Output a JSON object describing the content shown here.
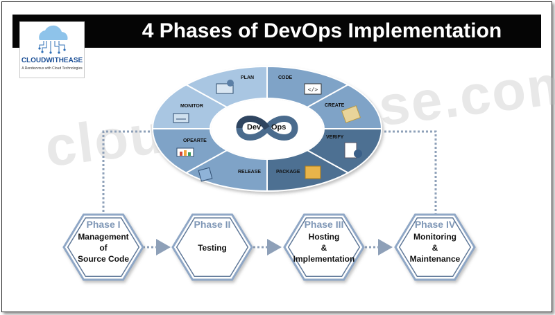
{
  "title": "4 Phases of DevOps Implementation",
  "logo": {
    "name": "CLOUDWITHEASE",
    "tagline": "A Rendezvous with Cloud Technologies"
  },
  "watermark": "cloudwithease.com",
  "cycle": {
    "center_left": "Dev",
    "center_right": "Ops",
    "stages": [
      "PLAN",
      "CODE",
      "CREATE",
      "VERIFY",
      "PACKAGE",
      "RELEASE",
      "OPEARTE",
      "MONITOR"
    ]
  },
  "phases": [
    {
      "phase": "Phase I",
      "lines": [
        "Management",
        "of",
        "Source Code"
      ]
    },
    {
      "phase": "Phase II",
      "lines": [
        "Testing"
      ]
    },
    {
      "phase": "Phase III",
      "lines": [
        "Hosting",
        "&",
        "Implementation"
      ]
    },
    {
      "phase": "Phase IV",
      "lines": [
        "Monitoring",
        "&",
        "Maintenance"
      ]
    }
  ],
  "colors": {
    "ring_light": "#a9c6e2",
    "ring_mid": "#7fa3c7",
    "ring_dark": "#4d6f92",
    "connector": "#8ea0b8",
    "hex_border": "#8fa7c6",
    "phase_label": "#7f97b6"
  },
  "icons": [
    "cloud-logo-icon",
    "plan-icon",
    "code-icon",
    "create-icon",
    "verify-icon",
    "package-icon",
    "release-icon",
    "operate-icon",
    "monitor-icon"
  ]
}
